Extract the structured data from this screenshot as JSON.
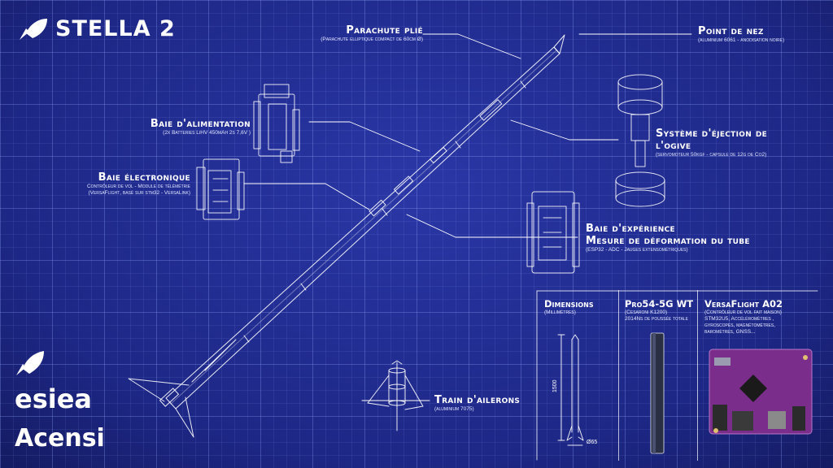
{
  "brand": {
    "name": "STELLA 2"
  },
  "callouts": {
    "parachute": {
      "title": "Parachute plié",
      "sub": "(Parachute elliptique compact de 60cm Ø)"
    },
    "nose": {
      "title": "Point de nez",
      "sub": "(aluminium 6061 - anodisation noire)"
    },
    "power": {
      "title": "Baie d'alimentation",
      "sub": "(2x Batteries LiHV 450mAh 2s 7,6V )"
    },
    "ejection": {
      "title": "Système d'éjection de l'ogive",
      "sub": "(servomoteur 50kgf - capsule de 12g de Co2)"
    },
    "electronics": {
      "title": "Baie électronique",
      "sub1": "Contrôleur de vol - Module de télémétrie",
      "sub2": "(VersaFlight, basé sur stm32 - VersaLink)"
    },
    "experiment": {
      "title1": "Baie d'expérience",
      "title2": "Mesure de déformation du tube",
      "sub": "(ESP32 - ADC - Jauges extensométriques)"
    },
    "fins": {
      "title": "Train d'ailerons",
      "sub": "(aluminium 7075)"
    }
  },
  "panels": {
    "dimensions": {
      "title": "Dimensions",
      "sub": "(Millimètres)",
      "length_label": "1500",
      "diameter_label": "Ø65"
    },
    "motor": {
      "title": "Pro54-5G WT",
      "sub1": "(Cesaroni K1200)",
      "sub2": "2014Ns de poussée totale"
    },
    "board": {
      "title": "VersaFlight A02",
      "sub1": "(Contrôleur de vol fait maison)",
      "sub2": "STM32U5, Accéléromètres ,",
      "sub3": "gyroscopes, magnétomètres,",
      "sub4": "baromètres, GNSS..."
    }
  },
  "sponsors": {
    "logo1": "esiea",
    "logo2": "Acensi"
  },
  "icons": {
    "brand": "rocket-logo-icon",
    "sponsor": "rocket-logo-icon"
  },
  "colors": {
    "background": "#202c8e",
    "grid": "#96aaff",
    "line": "#ffffff",
    "board": "#7b2d8c"
  }
}
